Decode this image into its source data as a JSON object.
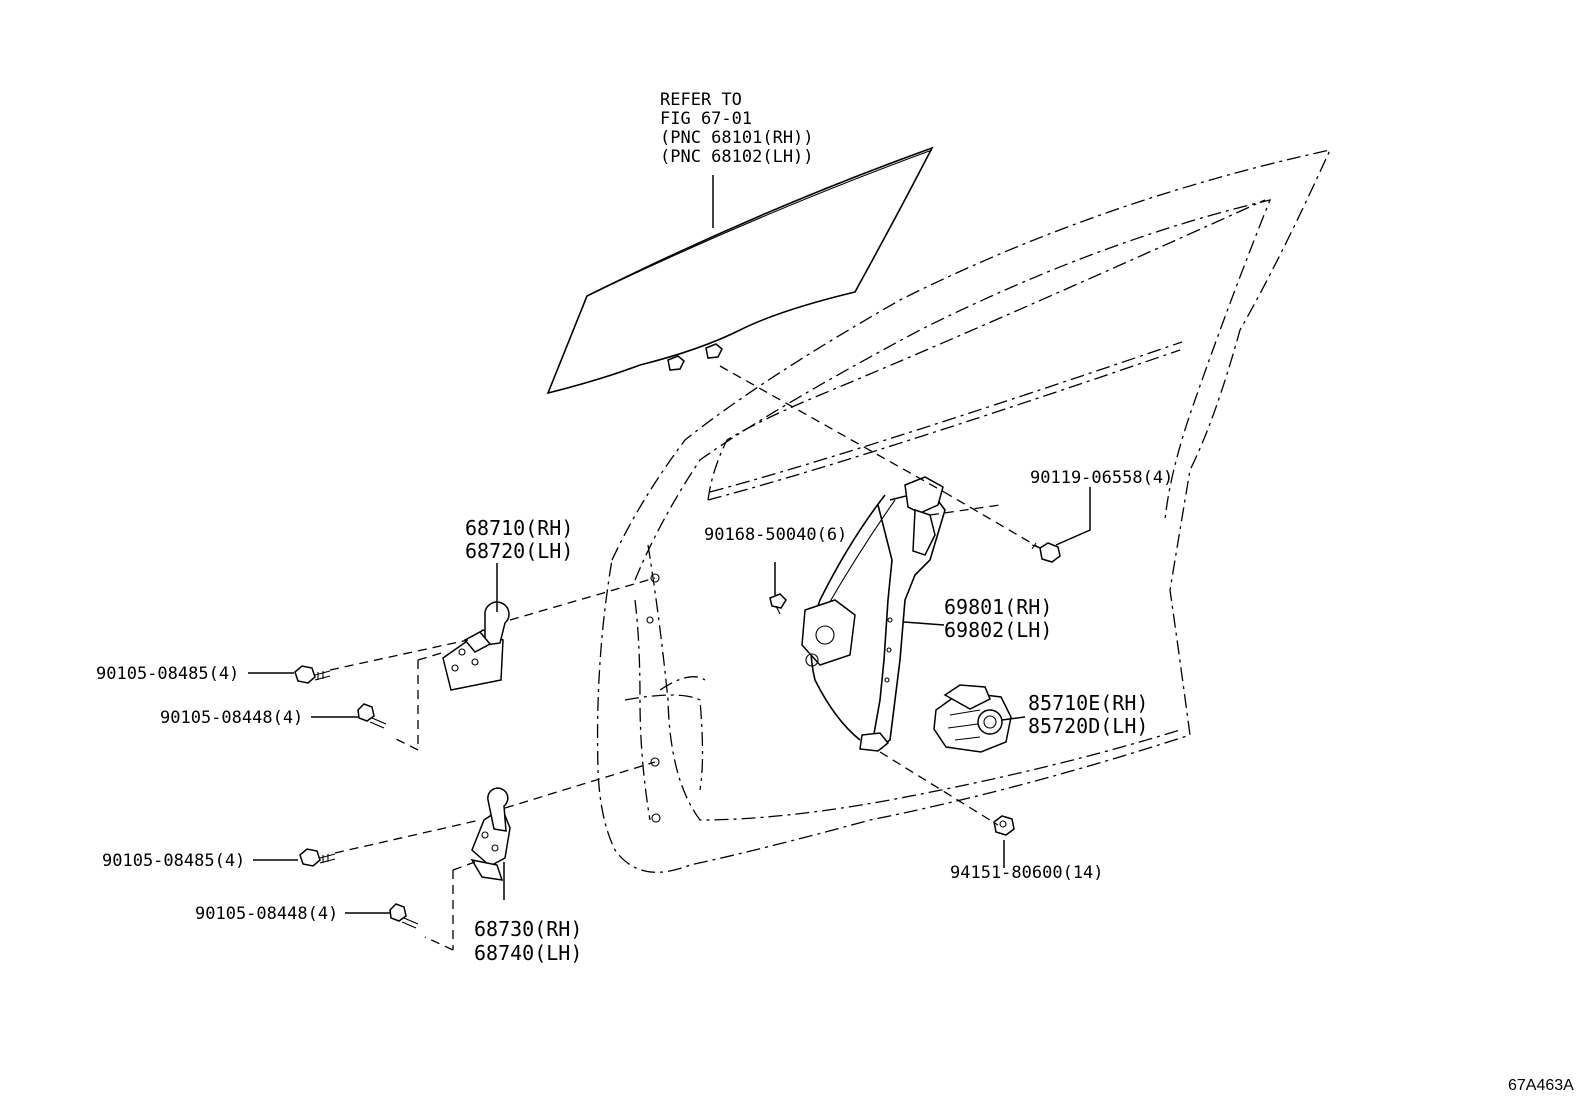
{
  "glass_reference": {
    "line1": "REFER TO",
    "line2": "FIG 67-01",
    "line3": "(PNC 68101(RH))",
    "line4": "(PNC 68102(LH))"
  },
  "parts": {
    "bolt_90119": "90119-06558(4)",
    "rivet_90168": "90168-50040(6)",
    "upper_hinge_rh": "68710(RH)",
    "upper_hinge_lh": "68720(LH)",
    "regulator_rh": "69801(RH)",
    "regulator_lh": "69802(LH)",
    "motor_rh": "85710E(RH)",
    "motor_lh": "85720D(LH)",
    "upper_bolt_a": "90105-08485(4)",
    "upper_bolt_b": "90105-08448(4)",
    "lower_bolt_a": "90105-08485(4)",
    "lower_bolt_b": "90105-08448(4)",
    "nut_94151": "94151-80600(14)",
    "lower_hinge_rh": "68730(RH)",
    "lower_hinge_lh": "68740(LH)"
  },
  "figure_code": "67A463A"
}
